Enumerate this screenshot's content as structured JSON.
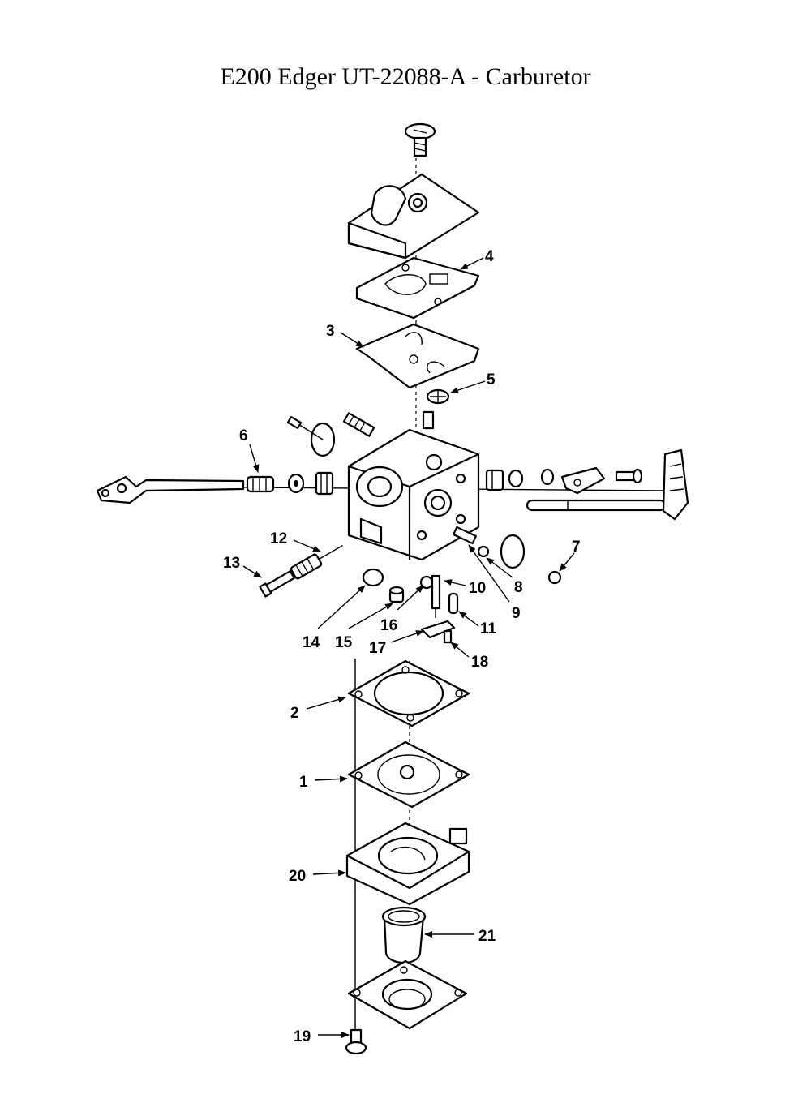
{
  "title": "E200 Edger UT-22088-A - Carburetor",
  "callouts": [
    "1",
    "2",
    "3",
    "4",
    "5",
    "6",
    "7",
    "8",
    "9",
    "10",
    "11",
    "12",
    "13",
    "14",
    "15",
    "16",
    "17",
    "18",
    "19",
    "20",
    "21"
  ]
}
